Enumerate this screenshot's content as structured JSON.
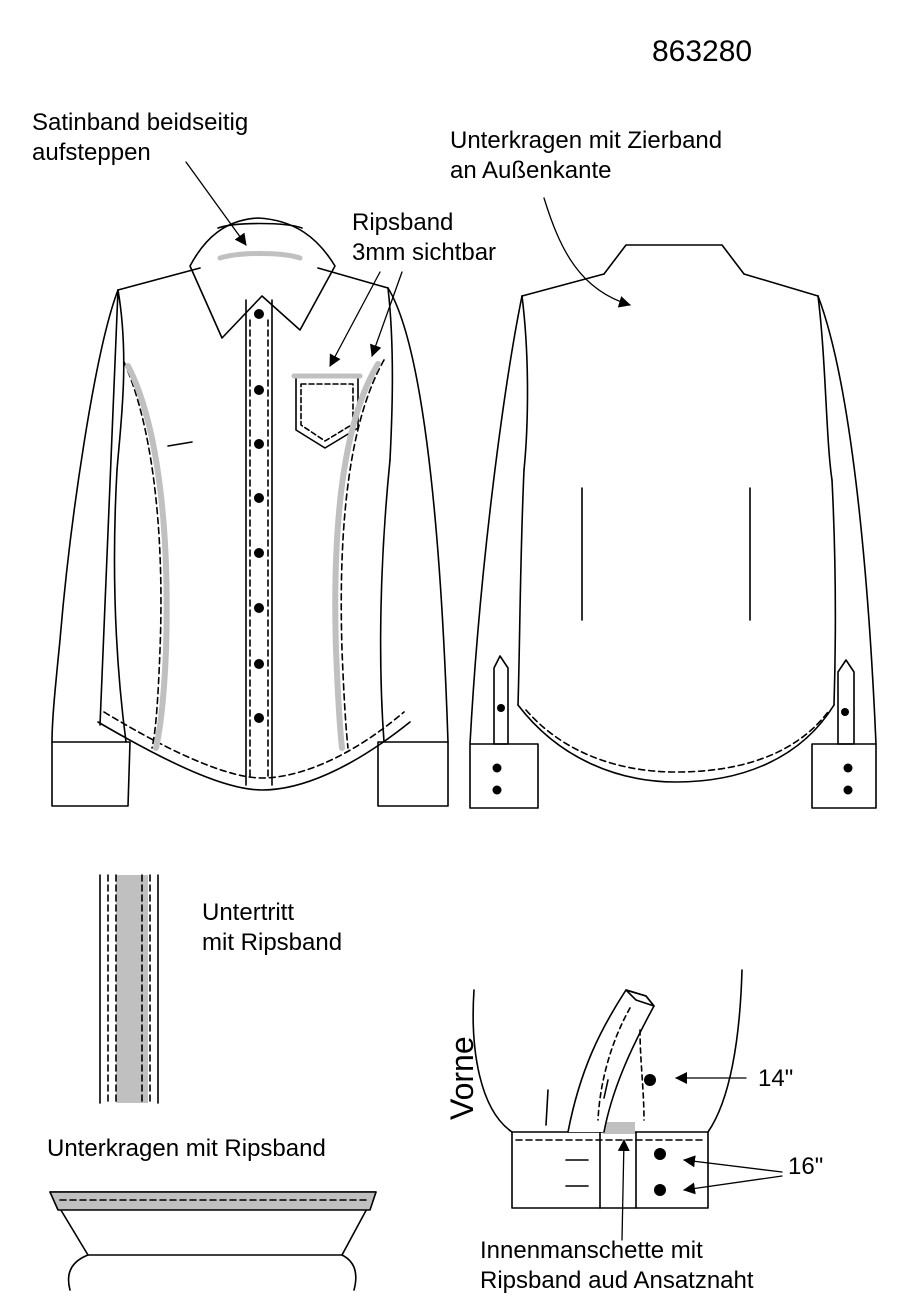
{
  "article_number": "863280",
  "labels": {
    "satin": [
      "Satinband beidseitig",
      "aufsteppen"
    ],
    "ripsband": [
      "Ripsband",
      "3mm sichtbar"
    ],
    "unterkragen_zier": [
      "Unterkragen mit Zierband",
      "an Außenkante"
    ],
    "untertritt": [
      "Untertritt",
      "mit Ripsband"
    ],
    "unterkragen_rips": "Unterkragen mit Ripsband",
    "vorne": "Vorne",
    "button_14": "14\"",
    "button_16": "16\"",
    "innenmanschette": [
      "Innenmanschette mit",
      "Ripsband aud Ansatznaht"
    ]
  },
  "colors": {
    "line": "#000000",
    "ribbon": "#c0c0c0",
    "paper": "#ffffff"
  }
}
